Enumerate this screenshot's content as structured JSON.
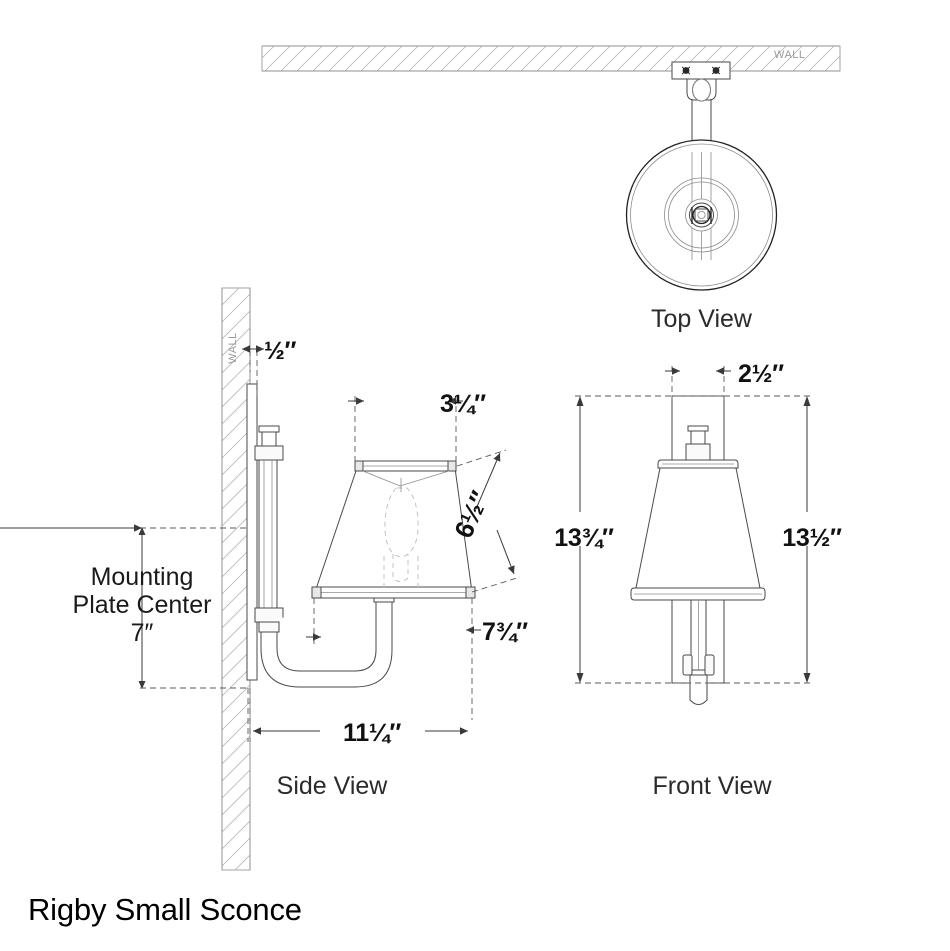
{
  "document": {
    "title": "Rigby Small Sconce",
    "type": "product-specification-drawing"
  },
  "views": {
    "top": {
      "label": "Top View"
    },
    "side": {
      "label": "Side View"
    },
    "front": {
      "label": "Front View"
    }
  },
  "annotations": {
    "wall_top": "WALL",
    "wall_side": "WALL"
  },
  "dimensions": {
    "backplate_depth": "½″",
    "shade_top_diameter": "3¼″",
    "shade_slant_height": "6½″",
    "shade_bottom_projection": "7¾″",
    "total_projection": "11¼″",
    "mounting_plate_center_label_line1": "Mounting",
    "mounting_plate_center_label_line2": "Plate Center",
    "mounting_plate_center_value": "7″",
    "backplate_width": "2½″",
    "overall_height": "13¾″",
    "fixture_height": "13½″"
  },
  "colors": {
    "line": "#4a4a4a",
    "line_dark": "#222222",
    "hatch": "#b8b8b8",
    "dimension": "#5a5a5a",
    "text": "#111111",
    "background": "#ffffff"
  }
}
